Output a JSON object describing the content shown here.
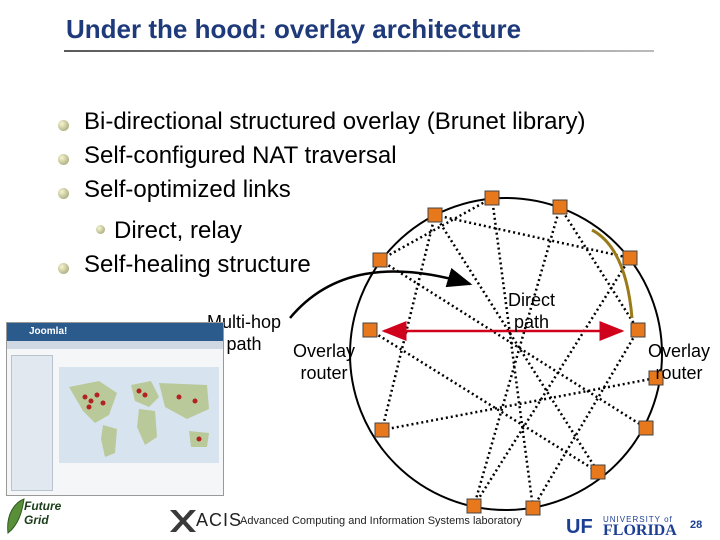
{
  "slide": {
    "title": "Under the hood: overlay architecture",
    "bullets": [
      "Bi-directional structured overlay (Brunet library)",
      "Self-configured NAT traversal",
      "Self-optimized links",
      "Self-healing structure"
    ],
    "sub_bullet": "Direct, relay"
  },
  "diagram": {
    "direct_path_label_1": "Direct",
    "direct_path_label_2": "path",
    "multihop_label_1": "Multi-hop",
    "multihop_label_2": "path",
    "left_router_label_1": "Overlay",
    "left_router_label_2": "router",
    "right_router_label_1": "Overlay",
    "right_router_label_2": "router",
    "colors": {
      "node": "#e8781c",
      "ring": "#000000",
      "direct_link": "#d0021b",
      "multihop": "#9a7b1a"
    }
  },
  "screenshot": {
    "brand": "Joomla!"
  },
  "footer": {
    "future_grid_1": "Future",
    "future_grid_2": "Grid",
    "acis": "ACIS",
    "lab": "Advanced Computing and Information Systems laboratory",
    "uf": "UF",
    "uf_university": "UNIVERSITY of",
    "uf_florida": "FLORIDA",
    "page_number": "28"
  }
}
